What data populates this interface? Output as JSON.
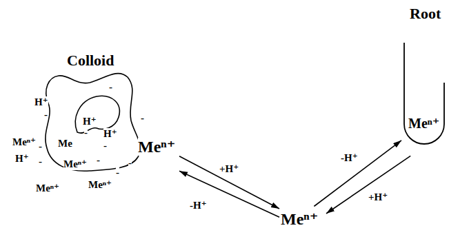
{
  "diagram": {
    "nodes": [
      {
        "text": [
          "Colloid",
          "Meⁿ⁺"
        ]
      },
      {
        "text": [
          "Meⁿ⁺"
        ]
      },
      {
        "text": [
          "Root",
          "Meⁿ⁺"
        ]
      }
    ],
    "edges": [
      {
        "from": 0,
        "to": 1,
        "label": "+H⁺",
        "arrow": "to"
      },
      {
        "from": 1,
        "to": 0,
        "label": "-H⁺",
        "arrow": "to"
      },
      {
        "from": 1,
        "to": 2,
        "label": "-H⁺",
        "arrow": "to"
      },
      {
        "from": 2,
        "to": 1,
        "label": "+H⁺",
        "arrow": "to"
      }
    ],
    "labels": [
      "H⁺",
      "-",
      "-",
      "-",
      "H⁺",
      "-",
      "H⁺",
      "-",
      "Meⁿ⁺",
      "-",
      "Me",
      "H⁺",
      "-",
      "Meⁿ⁺",
      "-",
      "-",
      "Meⁿ⁺",
      "Meⁿ⁺",
      "-"
    ]
  }
}
